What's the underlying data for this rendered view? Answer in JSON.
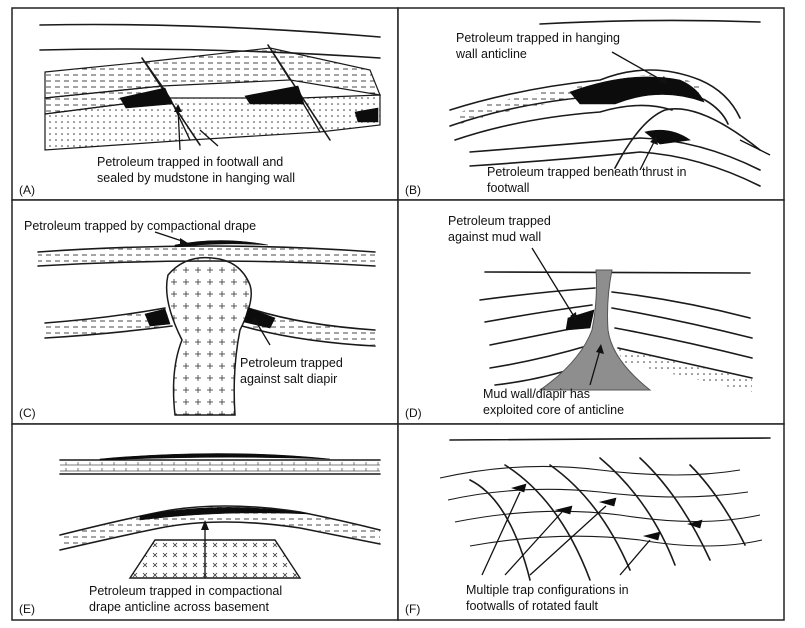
{
  "panels": {
    "A": {
      "letter": "(A)",
      "label_lines": [
        "Petroleum trapped in footwall and",
        "sealed by mudstone in hanging wall"
      ]
    },
    "B": {
      "letter": "(B)",
      "top_label_lines": [
        "Petroleum trapped in hanging",
        "wall anticline"
      ],
      "bottom_label_lines": [
        "Petroleum trapped beneath thrust in",
        "footwall"
      ]
    },
    "C": {
      "letter": "(C)",
      "top_label": "Petroleum trapped by compactional drape",
      "side_label_lines": [
        "Petroleum trapped",
        "against salt diapir"
      ]
    },
    "D": {
      "letter": "(D)",
      "top_label_lines": [
        "Petroleum trapped",
        "against mud wall"
      ],
      "bottom_label_lines": [
        "Mud wall/diapir has",
        "exploited core of anticline"
      ]
    },
    "E": {
      "letter": "(E)",
      "label_lines": [
        "Petroleum trapped in compactional",
        "drape anticline across basement"
      ]
    },
    "F": {
      "letter": "(F)",
      "label_lines": [
        "Multiple trap configurations in",
        "footwalls of rotated fault"
      ]
    }
  },
  "colors": {
    "petroleum": "#0c0c0c",
    "mud": "#8e8e8e",
    "frame": "#222222"
  }
}
